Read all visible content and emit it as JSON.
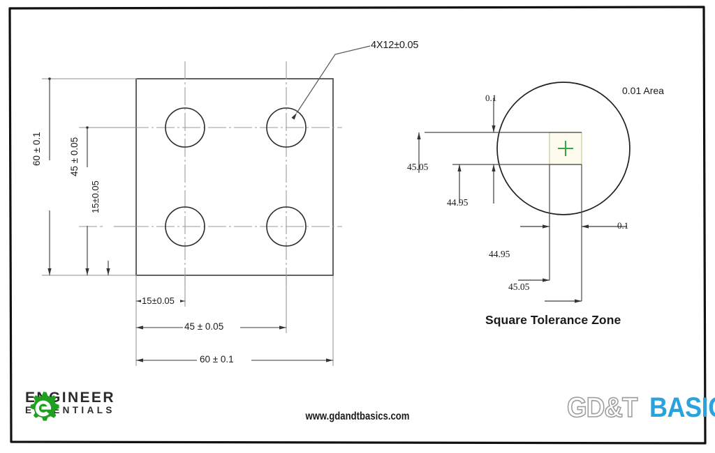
{
  "sheet": {
    "border_color": "#111111",
    "background": "#ffffff"
  },
  "part_view": {
    "name": "four-hole-plate",
    "hole_callout": "4X12±0.05",
    "dimensions": {
      "vertical_overall": "60 ± 0.1",
      "vertical_hole_spacing": "45 ± 0.05",
      "vertical_edge_offset": "15±0.05",
      "horizontal_edge_offset": "15±0.05",
      "horizontal_hole_spacing": "45 ± 0.05",
      "horizontal_overall": "60 ± 0.1"
    }
  },
  "tolerance_view": {
    "title": "Square Tolerance Zone",
    "area_label": "0.01 Area",
    "zone_fill": "#fcfbee",
    "zone_stroke": "#c9d9a8",
    "cross_color": "#3fa14a",
    "labels": {
      "top_gap": "0.1",
      "right_gap": "0.1",
      "left_upper": "45.05",
      "left_lower": "44.95",
      "bottom_inner": "44.95",
      "bottom_outer": "45.05"
    }
  },
  "footer": {
    "url": "www.gdandtbasics.com",
    "engineer_logo": {
      "line1": "ENGINEER",
      "line2": "ESSENTIALS",
      "gear_color": "#20a020",
      "text_color": "#2b2b2b"
    },
    "gdt_logo": {
      "outline_text": "GD&T",
      "solid_text": "BASICS",
      "outline_color": "#9a9a9a",
      "solid_color": "#2aa3dc"
    }
  }
}
